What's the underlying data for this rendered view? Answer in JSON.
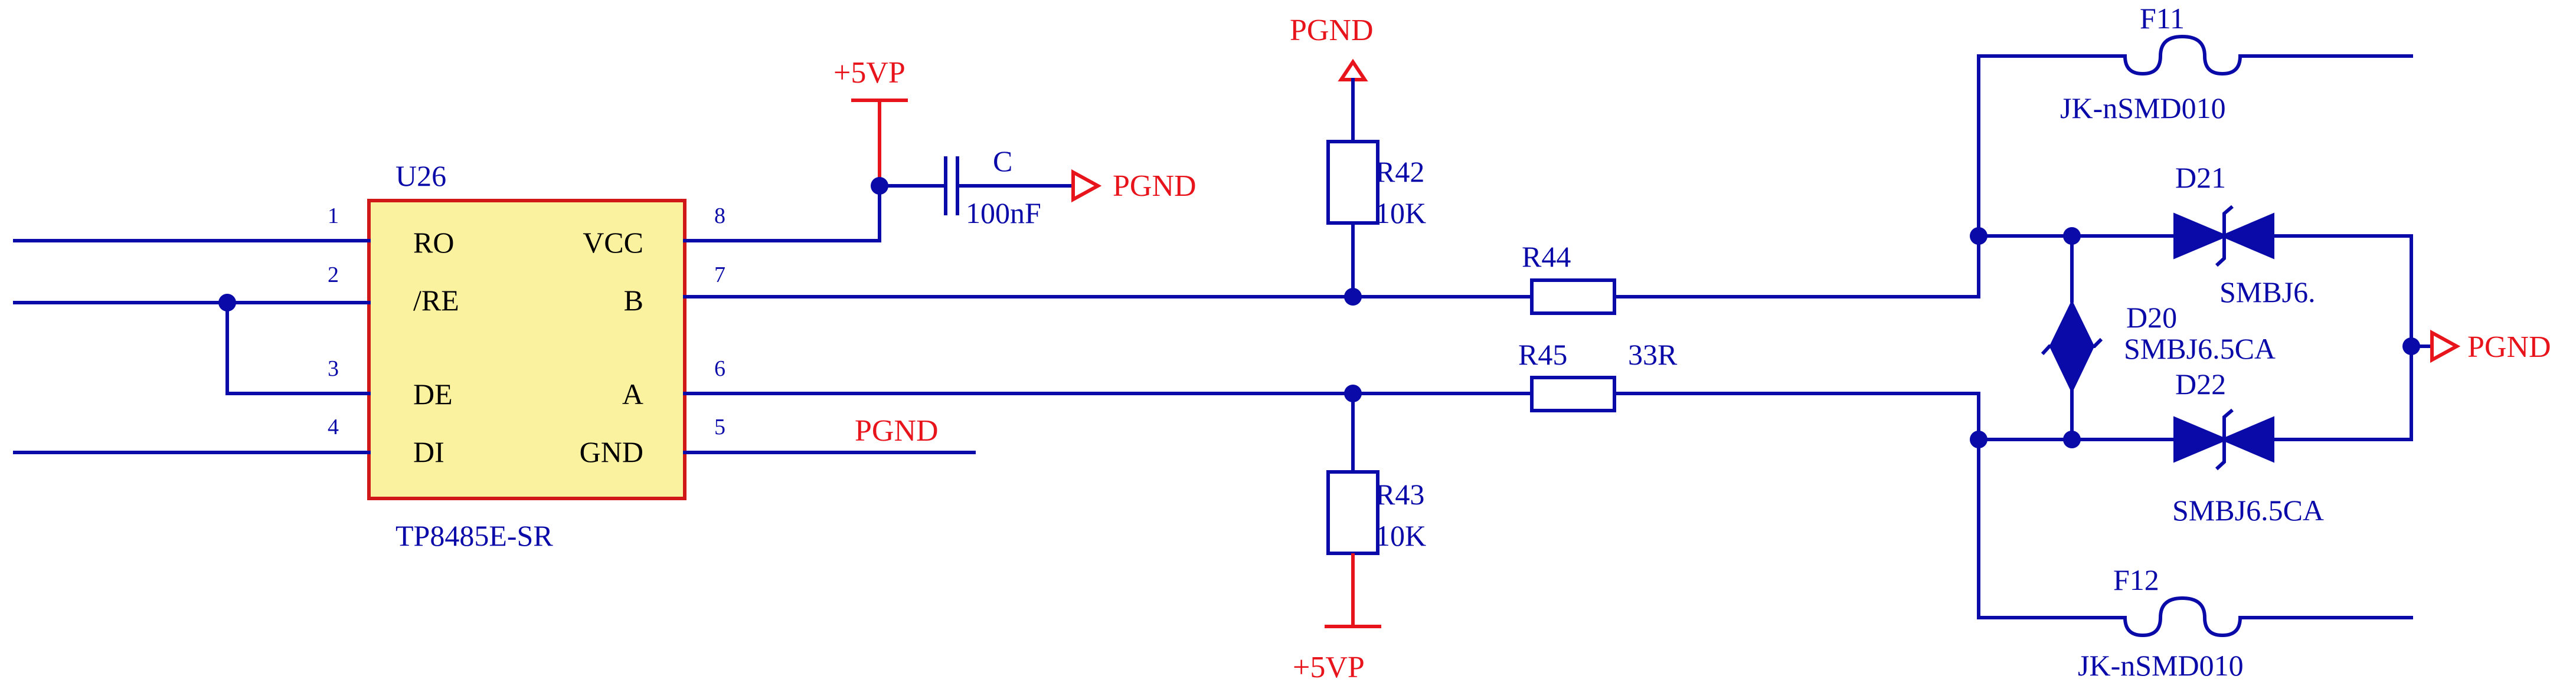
{
  "ic": {
    "ref": "U26",
    "part": "TP8485E-SR",
    "left_pins": [
      {
        "num": "1",
        "name": "RO"
      },
      {
        "num": "2",
        "name": "/RE"
      },
      {
        "num": "3",
        "name": "DE"
      },
      {
        "num": "4",
        "name": "DI"
      }
    ],
    "right_pins": [
      {
        "num": "8",
        "name": "VCC"
      },
      {
        "num": "7",
        "name": "B"
      },
      {
        "num": "6",
        "name": "A"
      },
      {
        "num": "5",
        "name": "GND"
      }
    ]
  },
  "capacitor": {
    "ref": "C",
    "value": "100nF"
  },
  "resistors": {
    "r42": {
      "ref": "R42",
      "value": "10K"
    },
    "r43": {
      "ref": "R43",
      "value": "10K"
    },
    "r44": {
      "ref": "R44"
    },
    "r45": {
      "ref": "R45",
      "value": "33R"
    }
  },
  "fuses": {
    "f11": {
      "ref": "F11",
      "part": "JK-nSMD010"
    },
    "f12": {
      "ref": "F12",
      "part": "JK-nSMD010"
    }
  },
  "diodes": {
    "d20": {
      "ref": "D20",
      "part": "SMBJ6.5CA"
    },
    "d21": {
      "ref": "D21",
      "part": "SMBJ6."
    },
    "d22": {
      "ref": "D22",
      "part": "SMBJ6.5CA"
    }
  },
  "nets": {
    "vcc": "+5VP",
    "gnd": "PGND"
  },
  "colors": {
    "wire": "#0a0aa8",
    "power_net": "#e8141c",
    "ic_fill": "#fbf2a0",
    "ic_border": "#d01818"
  }
}
